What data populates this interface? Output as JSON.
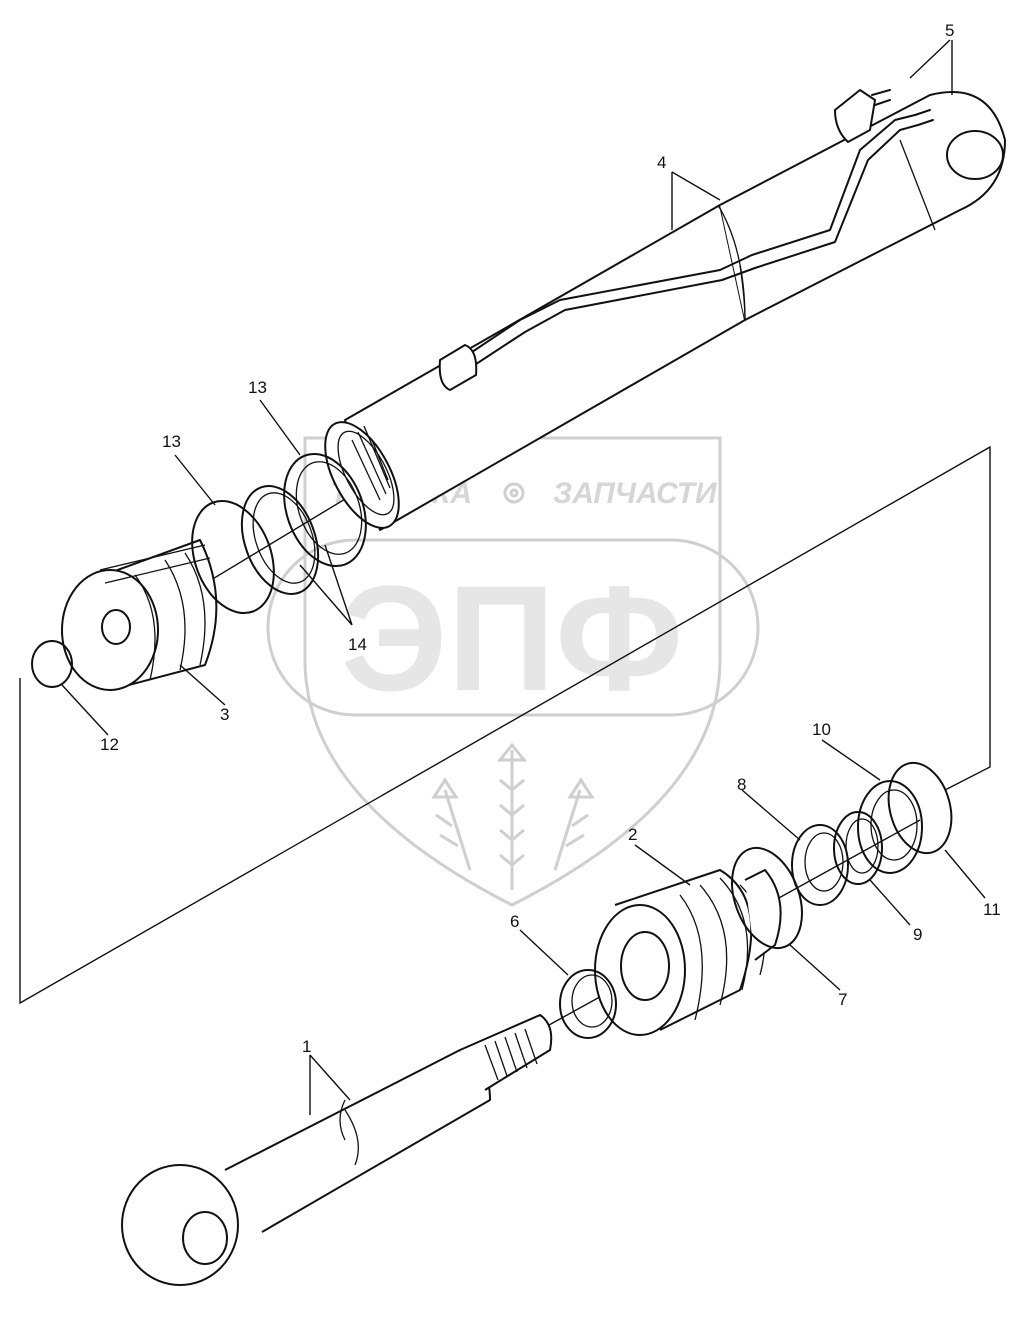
{
  "watermark": {
    "text_left": "ТЕХНИКА",
    "text_right": "ЗАПЧАСТИ",
    "logo": "ЭПФ",
    "gear_icon": "gear-icon"
  },
  "callouts": {
    "c1": "1",
    "c2": "2",
    "c3": "3",
    "c4": "4",
    "c5": "5",
    "c6": "6",
    "c7": "7",
    "c8": "8",
    "c9": "9",
    "c10": "10",
    "c11": "11",
    "c12": "12",
    "c13a": "13",
    "c13b": "13",
    "c14": "14"
  }
}
